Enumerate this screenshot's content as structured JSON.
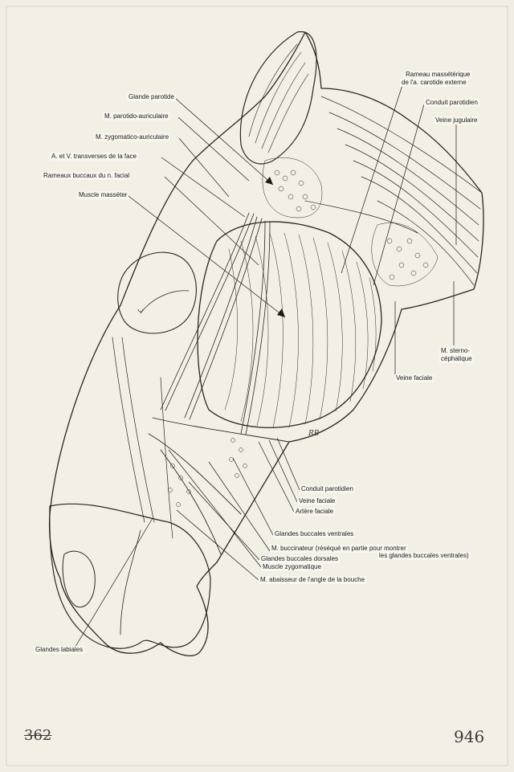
{
  "labels": {
    "glande_parotide": "Glande parotide",
    "m_parotido_auriculaire": "M. parotido-auriculaire",
    "m_zygomatico_auriculaire": "M. zygomatico-auriculaire",
    "a_v_transverses": "A. et V. transverses de la face",
    "rameaux_buccaux": "Rameaux buccaux du n. facial",
    "muscle_masseter": "Muscle masséter",
    "rameau_masseterique_1": "Rameau massétérique",
    "rameau_masseterique_2": "de l'a. carotide externe",
    "conduit_parotidien_top": "Conduit parotidien",
    "veine_jugulaire": "Veine jugulaire",
    "m_sterno_1": "M. sterno-",
    "m_sterno_2": "céphalique",
    "veine_faciale_right": "Veine faciale",
    "conduit_parotidien_bottom": "Conduit parotidien",
    "veine_faciale_bottom": "Veine faciale",
    "artere_faciale": "Artère faciale",
    "glandes_buccales_ventrales": "Glandes buccales ventrales",
    "m_buccinateur_1": "M. buccinateur (réséqué en partie pour montrer",
    "m_buccinateur_2": "les glandes buccales ventrales)",
    "glandes_buccales_dorsales": "Glandes buccales dorsales",
    "muscle_zygomatique": "Muscle zygomatique",
    "m_abaisseur": "M. abaisseur de l'angle de la bouche",
    "glandes_labiales": "Glandes labiales"
  },
  "marks": {
    "signature": "RB",
    "crossed_number": "362",
    "page_number": "946"
  },
  "colors": {
    "paper": "#f1ede2",
    "ink": "#2a2620",
    "label_bg": "#f8f6ef"
  }
}
